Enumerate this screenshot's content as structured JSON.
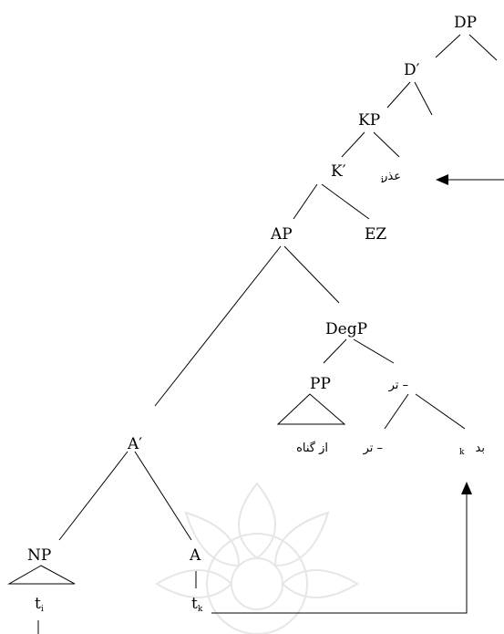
{
  "tree": {
    "dp": "DP",
    "d_bar": "D′",
    "kp": "KP",
    "k_bar": "K′",
    "ozr": "عذر",
    "ozr_index": "i",
    "ap": "AP",
    "ez": "EZ",
    "degp": "DegP",
    "pp": "PP",
    "tar_phrase": "– تر",
    "az_gonah": "از گناه",
    "tar": "– تر",
    "bad": "بد",
    "bad_index": "k",
    "a_bar": "A′",
    "np": "NP",
    "a": "A",
    "trace_t": "t",
    "trace_i": "i",
    "trace_k": "k"
  }
}
